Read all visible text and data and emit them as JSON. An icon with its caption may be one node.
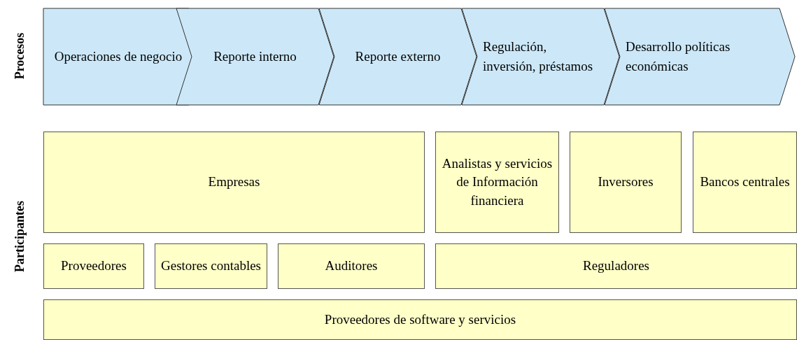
{
  "diagram": {
    "nodes": [
      {
        "text": [
          "Operaciones de negocio"
        ]
      },
      {
        "text": [
          "Reporte interno"
        ]
      },
      {
        "text": [
          "Reporte externo"
        ]
      },
      {
        "text": [
          "Regulación, inversión, préstamos"
        ]
      },
      {
        "text": [
          "Desarrollo políticas económicas"
        ]
      },
      {
        "text": [
          "Empresas"
        ]
      },
      {
        "text": [
          "Analistas y servicios de Información financiera"
        ]
      },
      {
        "text": [
          "Inversores"
        ]
      },
      {
        "text": [
          "Bancos centrales"
        ]
      },
      {
        "text": [
          "Proveedores"
        ]
      },
      {
        "text": [
          "Gestores contables"
        ]
      },
      {
        "text": [
          "Auditores"
        ]
      },
      {
        "text": [
          "Reguladores"
        ]
      },
      {
        "text": [
          "Proveedores de software y servicios"
        ]
      }
    ],
    "labels": [
      "Procesos",
      "Participantes"
    ]
  }
}
